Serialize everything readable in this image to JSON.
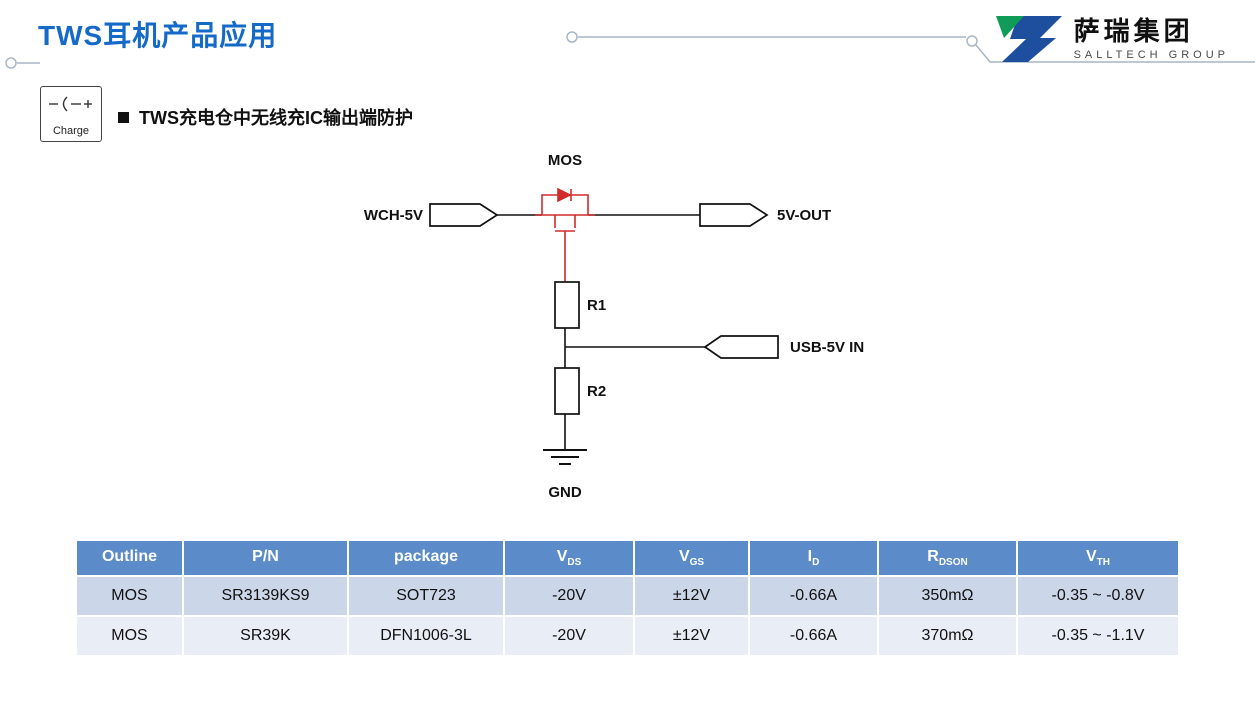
{
  "header": {
    "title": "TWS耳机产品应用",
    "accent_color": "#1569c7",
    "logo": {
      "name": "萨瑞集团",
      "subtitle": "SALLTECH GROUP",
      "green": "#0f9b58",
      "blue": "#1d4f9e"
    }
  },
  "charge_box": {
    "label": "Charge"
  },
  "section": {
    "heading": "TWS充电仓中无线充IC输出端防护"
  },
  "circuit": {
    "mos_label": "MOS",
    "input_label": "WCH-5V",
    "output_label": "5V-OUT",
    "r1_label": "R1",
    "r2_label": "R2",
    "usb_in_label": "USB-5V IN",
    "gnd_label": "GND",
    "highlight_color": "#d22b2b"
  },
  "table": {
    "header_bg": "#5b8bc9",
    "row_colors": [
      "#ccd6e9",
      "#e9edf5"
    ],
    "headers": [
      {
        "main": "Outline",
        "sub": ""
      },
      {
        "main": "P/N",
        "sub": ""
      },
      {
        "main": "package",
        "sub": ""
      },
      {
        "main": "V",
        "sub": "DS"
      },
      {
        "main": "V",
        "sub": "GS"
      },
      {
        "main": "I",
        "sub": "D"
      },
      {
        "main": "R",
        "sub": "DSON"
      },
      {
        "main": "V",
        "sub": "TH"
      }
    ],
    "rows": [
      [
        "MOS",
        "SR3139KS9",
        "SOT723",
        "-20V",
        "±12V",
        "-0.66A",
        "350mΩ",
        "-0.35 ~ -0.8V"
      ],
      [
        "MOS",
        "SR39K",
        "DFN1006-3L",
        "-20V",
        "±12V",
        "-0.66A",
        "370mΩ",
        "-0.35 ~ -1.1V"
      ]
    ]
  }
}
